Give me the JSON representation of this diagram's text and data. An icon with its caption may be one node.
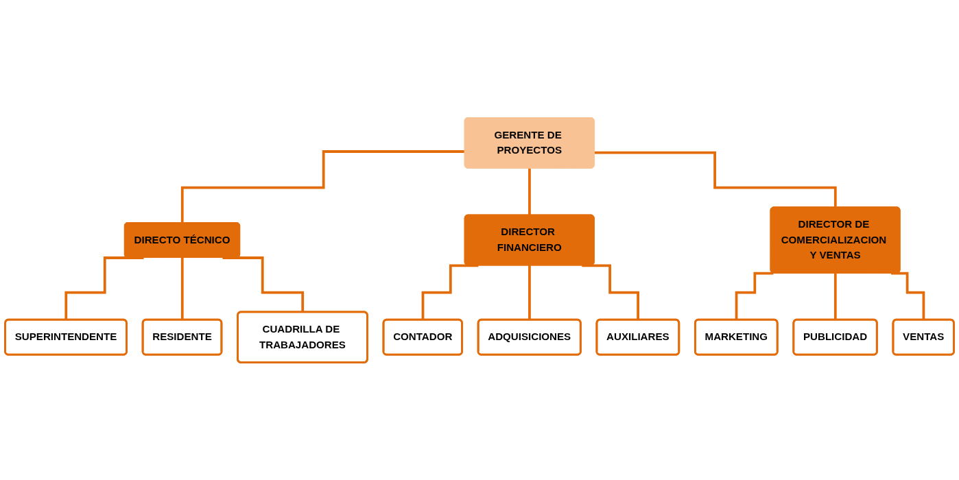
{
  "diagram": {
    "nodes": [
      {
        "text": [
          "GERENTE DE PROYECTOS"
        ]
      },
      {
        "text": [
          "DIRECTO TÉCNICO"
        ]
      },
      {
        "text": [
          "DIRECTOR FINANCIERO"
        ]
      },
      {
        "text": [
          "DIRECTOR DE COMERCIALIZACION Y VENTAS"
        ]
      },
      {
        "text": [
          "SUPERINTENDENTE"
        ]
      },
      {
        "text": [
          "RESIDENTE"
        ]
      },
      {
        "text": [
          "CUADRILLA DE TRABAJADORES"
        ]
      },
      {
        "text": [
          "CONTADOR"
        ]
      },
      {
        "text": [
          "ADQUISICIONES"
        ]
      },
      {
        "text": [
          "AUXILIARES"
        ]
      },
      {
        "text": [
          "MARKETING"
        ]
      },
      {
        "text": [
          "PUBLICIDAD"
        ]
      },
      {
        "text": [
          "VENTAS"
        ]
      }
    ],
    "edges": [
      {
        "from": 0,
        "to": 1,
        "arrow": "none"
      },
      {
        "from": 0,
        "to": 2,
        "arrow": "none"
      },
      {
        "from": 0,
        "to": 3,
        "arrow": "none"
      },
      {
        "from": 1,
        "to": 4,
        "arrow": "none"
      },
      {
        "from": 1,
        "to": 5,
        "arrow": "none"
      },
      {
        "from": 1,
        "to": 6,
        "arrow": "none"
      },
      {
        "from": 2,
        "to": 7,
        "arrow": "none"
      },
      {
        "from": 2,
        "to": 8,
        "arrow": "none"
      },
      {
        "from": 2,
        "to": 9,
        "arrow": "none"
      },
      {
        "from": 3,
        "to": 10,
        "arrow": "none"
      },
      {
        "from": 3,
        "to": 11,
        "arrow": "none"
      },
      {
        "from": 3,
        "to": 12,
        "arrow": "none"
      }
    ]
  }
}
